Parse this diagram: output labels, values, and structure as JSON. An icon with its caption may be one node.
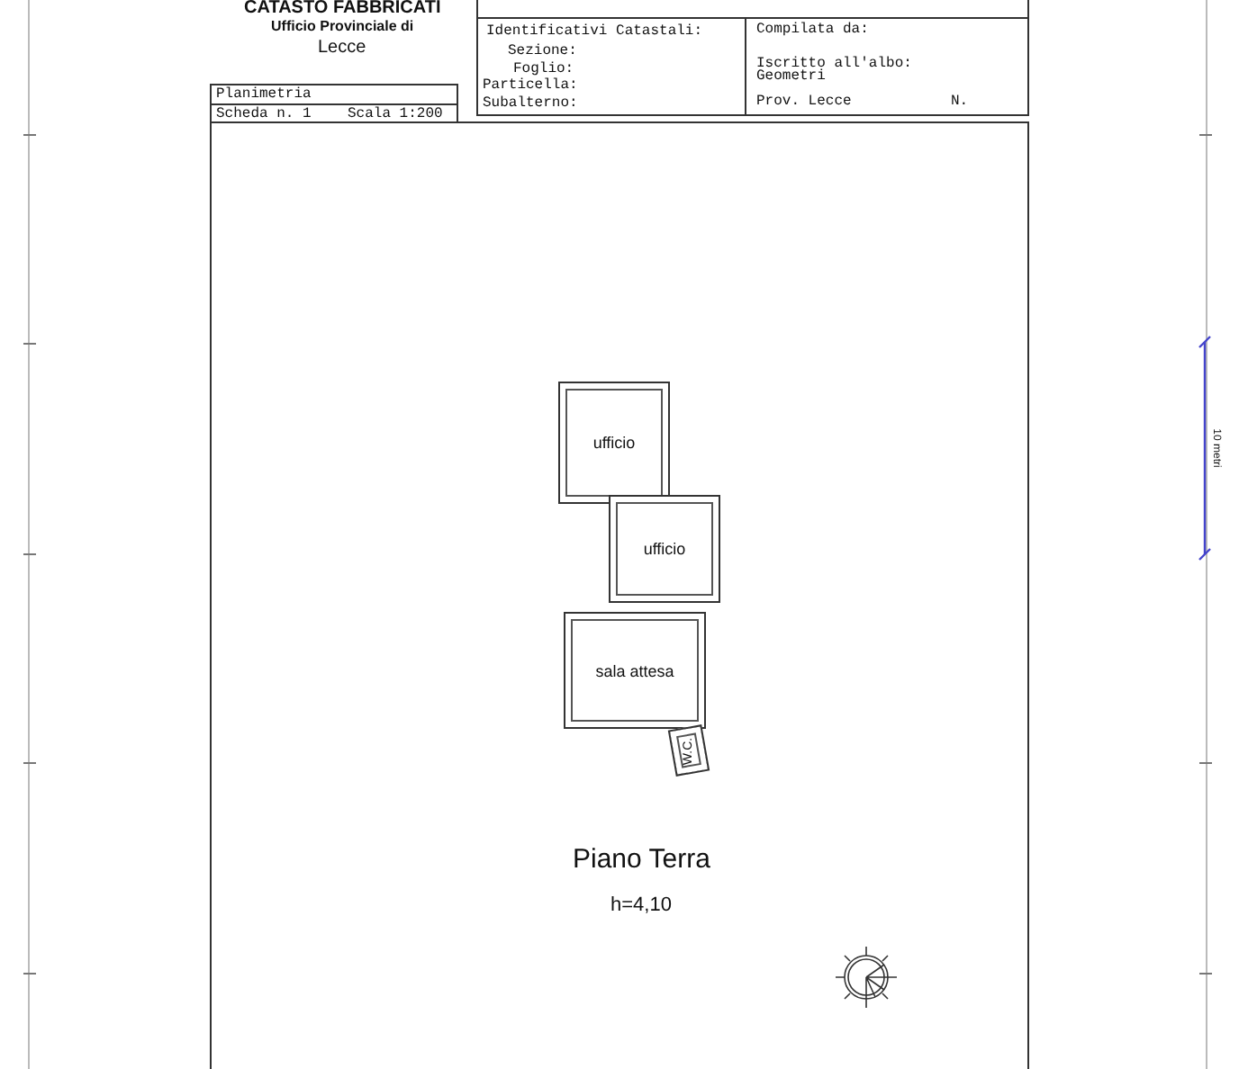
{
  "diagram": {
    "nodes": [
      {
        "text": [
          "ufficio"
        ]
      },
      {
        "text": [
          "ufficio"
        ]
      },
      {
        "text": [
          "sala attesa"
        ]
      },
      {
        "text": [
          "W.C."
        ]
      }
    ],
    "edges": [],
    "labels": [
      "CATASTO FABBRICATI",
      "Ufficio Provinciale di",
      "Lecce",
      "Identificativi Catastali:",
      "Compilata da:",
      "Sezione:",
      "Foglio:",
      "Iscritto all'albo:",
      "Geometri",
      "Particella:",
      "Subalterno:",
      "Prov. Lecce",
      "N.",
      "Planimetria",
      "Scheda n. 1",
      "Scala 1:200",
      "Piano Terra",
      "h=4,10",
      "10 metri"
    ]
  }
}
